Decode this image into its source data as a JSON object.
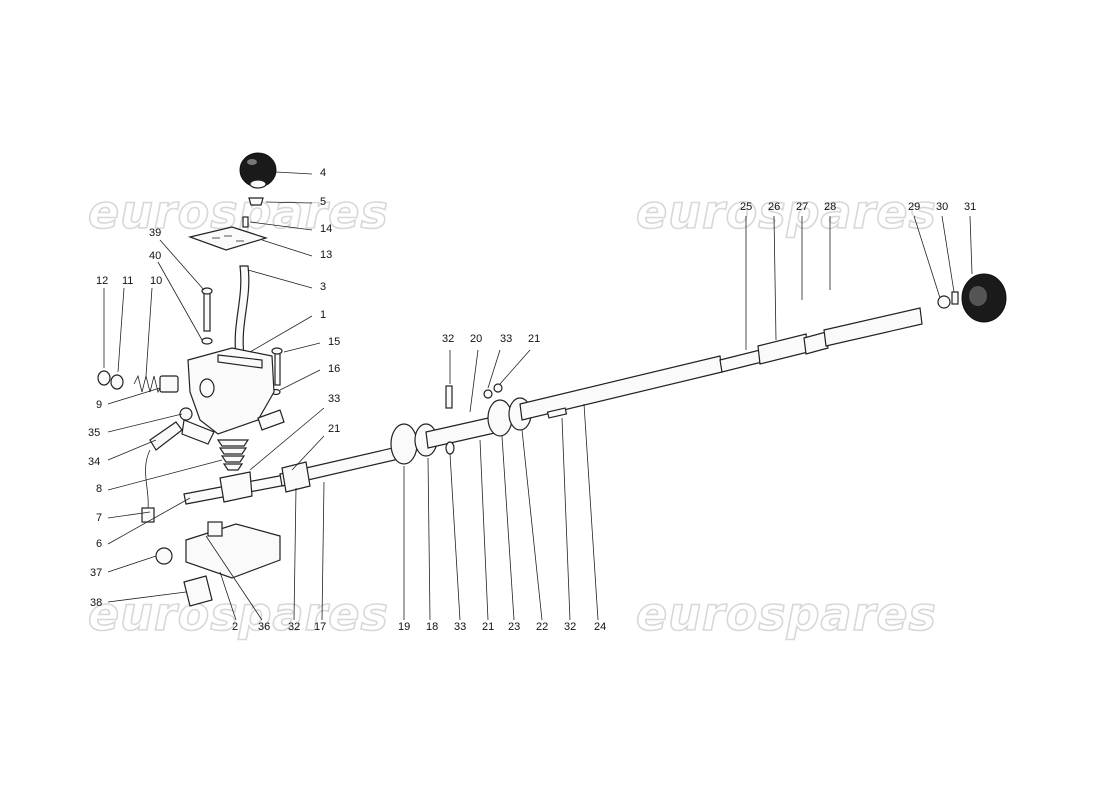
{
  "watermark": "eurospares",
  "callouts": [
    "1",
    "2",
    "3",
    "4",
    "5",
    "6",
    "7",
    "8",
    "9",
    "10",
    "11",
    "12",
    "13",
    "14",
    "15",
    "16",
    "17",
    "18",
    "19",
    "20",
    "21",
    "22",
    "23",
    "24",
    "25",
    "26",
    "27",
    "28",
    "29",
    "30",
    "31",
    "32",
    "33",
    "34",
    "35",
    "36",
    "37",
    "38",
    "39",
    "40"
  ],
  "colors": {
    "line": "#222222",
    "background": "#ffffff",
    "watermark": "#d8d8d8"
  }
}
